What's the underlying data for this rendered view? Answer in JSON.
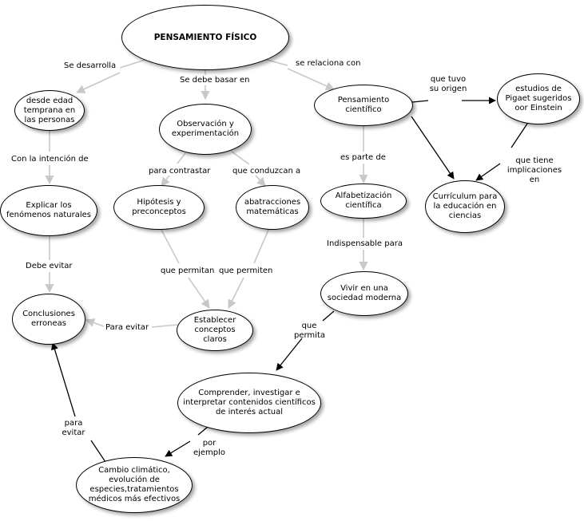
{
  "nodes": {
    "main": "PENSAMIENTO FÍSICO",
    "edad": "desde edad temprana en las personas",
    "observacion": "Observación y experimentación",
    "cientifico": "Pensamiento científico",
    "piaget": "estudios de Pigaet sugeridos oor Einstein",
    "explicar": "Explicar los fenómenos naturales",
    "hipotesis": "Hipótesis y preconceptos",
    "abstracciones": "abatracciones matemáticas",
    "alfabetizacion": "Alfabetización científica",
    "curriculum": "Currículum para la educación en ciencias",
    "conclusiones": "Conclusiones erroneas",
    "vivir": "Vivir en una sociedad moderna",
    "establecer": "Establecer conceptos claros",
    "comprender": "Comprender, investigar e interpretar contenidos científicos de interés actual",
    "cambio": "Cambio climático, evolución de especies,tratamientos médicos más efectivos"
  },
  "links": {
    "se_desarrolla": "Se desarrolla",
    "se_debe_basar": "Se debe basar en",
    "se_relaciona": "se relaciona con",
    "que_tuvo": "que tuvo su origen",
    "con_intencion": "Con la intención de",
    "para_contrastar": "para contrastar",
    "que_conduzcan": "que conduzcan a",
    "es_parte": "es parte de",
    "que_tiene": "que tiene implicaciones en",
    "debe_evitar": "Debe evitar",
    "indispensable": "Indispensable para",
    "que_permitan": "que permitan",
    "que_permiten": "que permiten",
    "para_evitar": "Para evitar",
    "que_permita": "que permita",
    "por_ejemplo": "por ejemplo",
    "para_evitar2": "para evitar"
  }
}
